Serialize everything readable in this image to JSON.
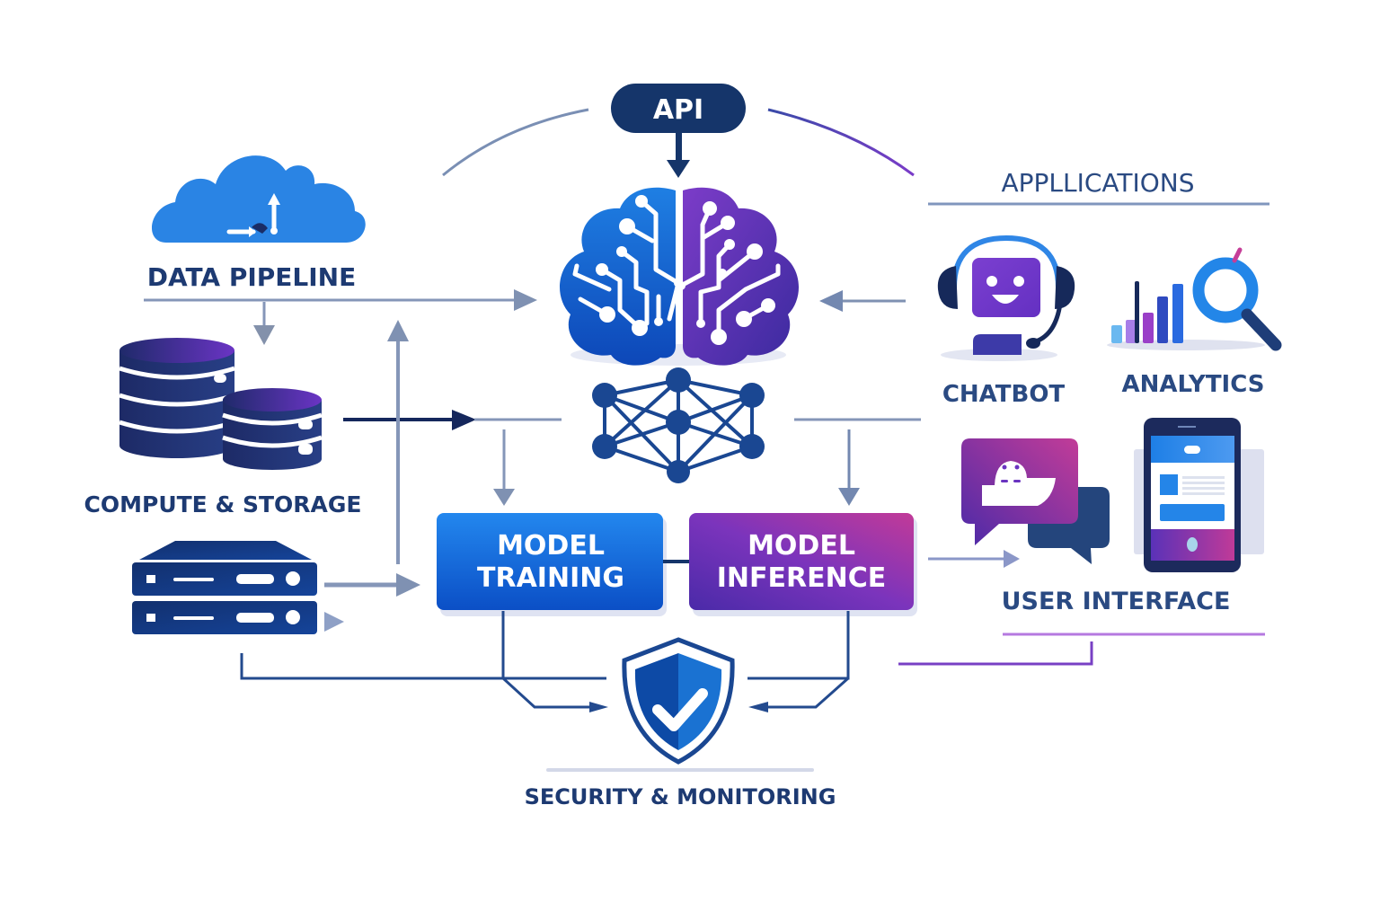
{
  "diagram": {
    "api": {
      "label": "API"
    },
    "data_pipeline": {
      "label": "DATA PIPELINE"
    },
    "compute_storage": {
      "label": "COMPUTE & STORAGE"
    },
    "model_training": {
      "line1": "MODEL",
      "line2": "TRAINING"
    },
    "model_inference": {
      "line1": "MODEL",
      "line2": "INFERENCE"
    },
    "security": {
      "label": "SECURITY & MONITORING"
    },
    "applications": {
      "heading": "APPLLICATIONS",
      "chatbot": {
        "label": "CHATBOT"
      },
      "analytics": {
        "label": "ANALYTICS"
      },
      "user_interface": {
        "label": "USER INTERFACE"
      }
    },
    "colors": {
      "navy": "#1b3a6e",
      "blue": "#1e7be0",
      "purple": "#6a34c0",
      "magenta": "#b33a9a",
      "arrow_gray": "#7f91b2",
      "label": "#1d3a72"
    }
  }
}
